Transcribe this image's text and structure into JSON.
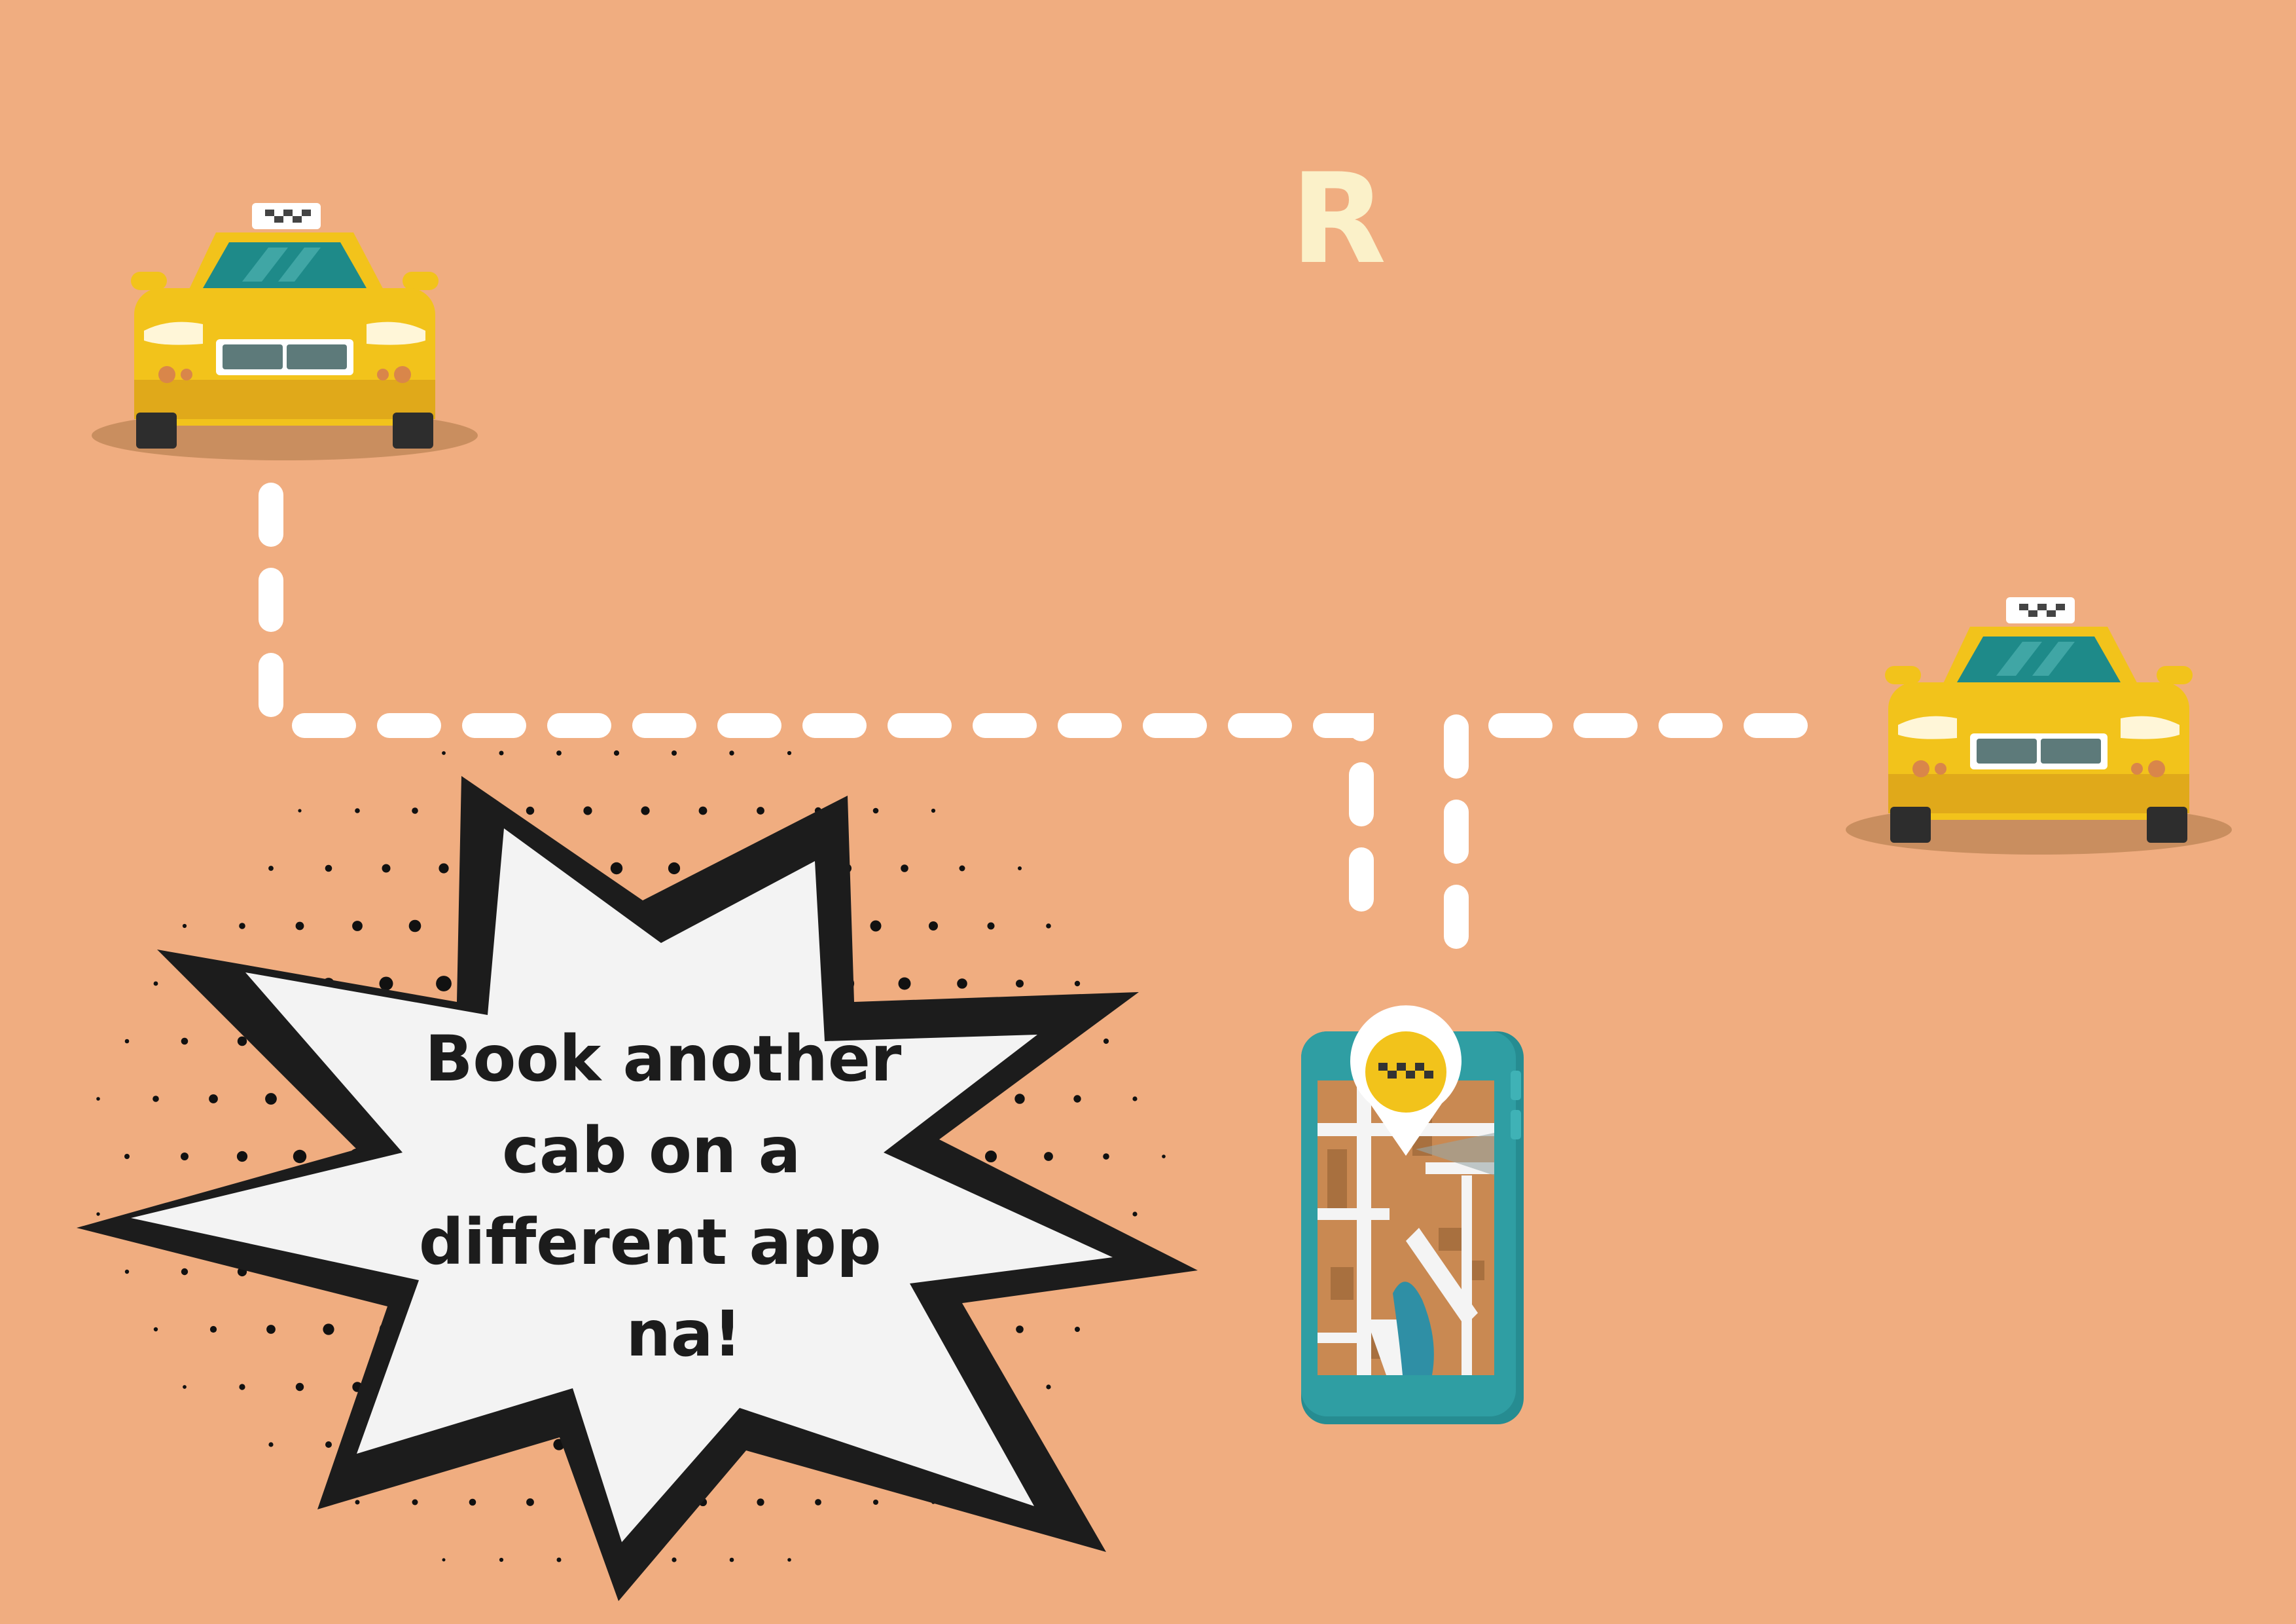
{
  "brand": {
    "letter": "R"
  },
  "bubble": {
    "lines": [
      "Book another",
      "cab on a",
      "different app",
      "na!"
    ]
  },
  "colors": {
    "background": "#f0ad80",
    "taxi_yellow": "#f2c31b",
    "taxi_dark_yellow": "#e0a91a",
    "windshield": "#1e8a89",
    "route_dash": "#ffffff",
    "phone_teal": "#2f9ea3",
    "map_brown": "#c98952",
    "pin_yellow": "#f2c31b",
    "bubble_fill": "#f4f4f4",
    "bubble_outline": "#1c1c1c",
    "letter_color": "#fbf1c9"
  },
  "icons": {
    "taxi_left": "taxi-front-icon",
    "taxi_right": "taxi-front-icon",
    "phone": "smartphone-map-icon",
    "pin": "taxi-location-pin-icon"
  }
}
